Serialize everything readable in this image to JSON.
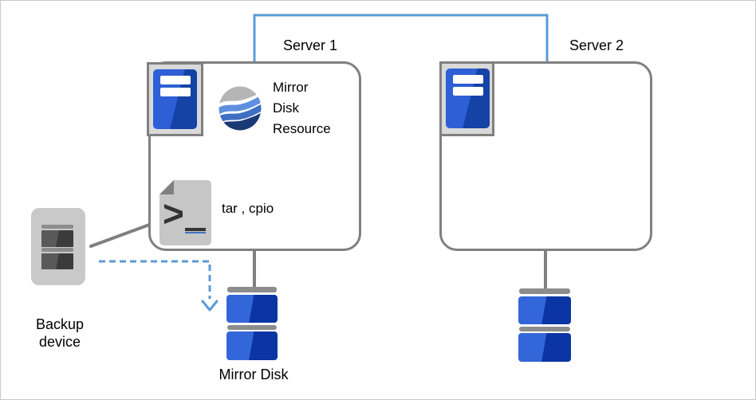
{
  "colors": {
    "accent_blue": "#5B9BD5",
    "border_gray": "#808080",
    "canvas_border": "#C9C9C9",
    "icon_bg_gray": "#D9D9D9",
    "tower_blue_light": "#2E5FD6",
    "tower_blue_dark": "#1443A5",
    "disk_blue_light": "#3366D9",
    "disk_blue_dark": "#0B35A4",
    "disk_cap_gray": "#8C8C8C",
    "globe_gray": "#B5B5B5",
    "globe_blue_light": "#5E8FE0",
    "globe_blue_mid": "#3E6FC4",
    "globe_navy": "#1A3A75",
    "doc_gray": "#C6C6C6",
    "doc_fold_gray": "#7F7F7F",
    "glyph_dark": "#333333",
    "prompt_accent_blue": "#4472C4",
    "device_body_gray": "#C9C9C9",
    "device_slot_dark": "#595959",
    "device_slot_darker": "#3B3B3B",
    "device_bar_gray": "#8C8C8C",
    "text_black": "#000000"
  },
  "labels": {
    "server1": "Server 1",
    "server2": "Server 2",
    "mirror_disk_resource": "Mirror\nDisk\nResource",
    "commands": "tar , cpio",
    "backup_device": "Backup\ndevice",
    "mirror_disk": "Mirror Disk"
  },
  "icons": {
    "server_tower": "server-tower",
    "wave_globe": "mirror-disk-resource-globe",
    "script_prompt": "terminal-script",
    "prompt_glyph": ">",
    "backup_device": "backup-tape-device",
    "mirror_disk_stack": "stacked-mirror-disk",
    "arrowhead": "down-chevron-arrow"
  }
}
